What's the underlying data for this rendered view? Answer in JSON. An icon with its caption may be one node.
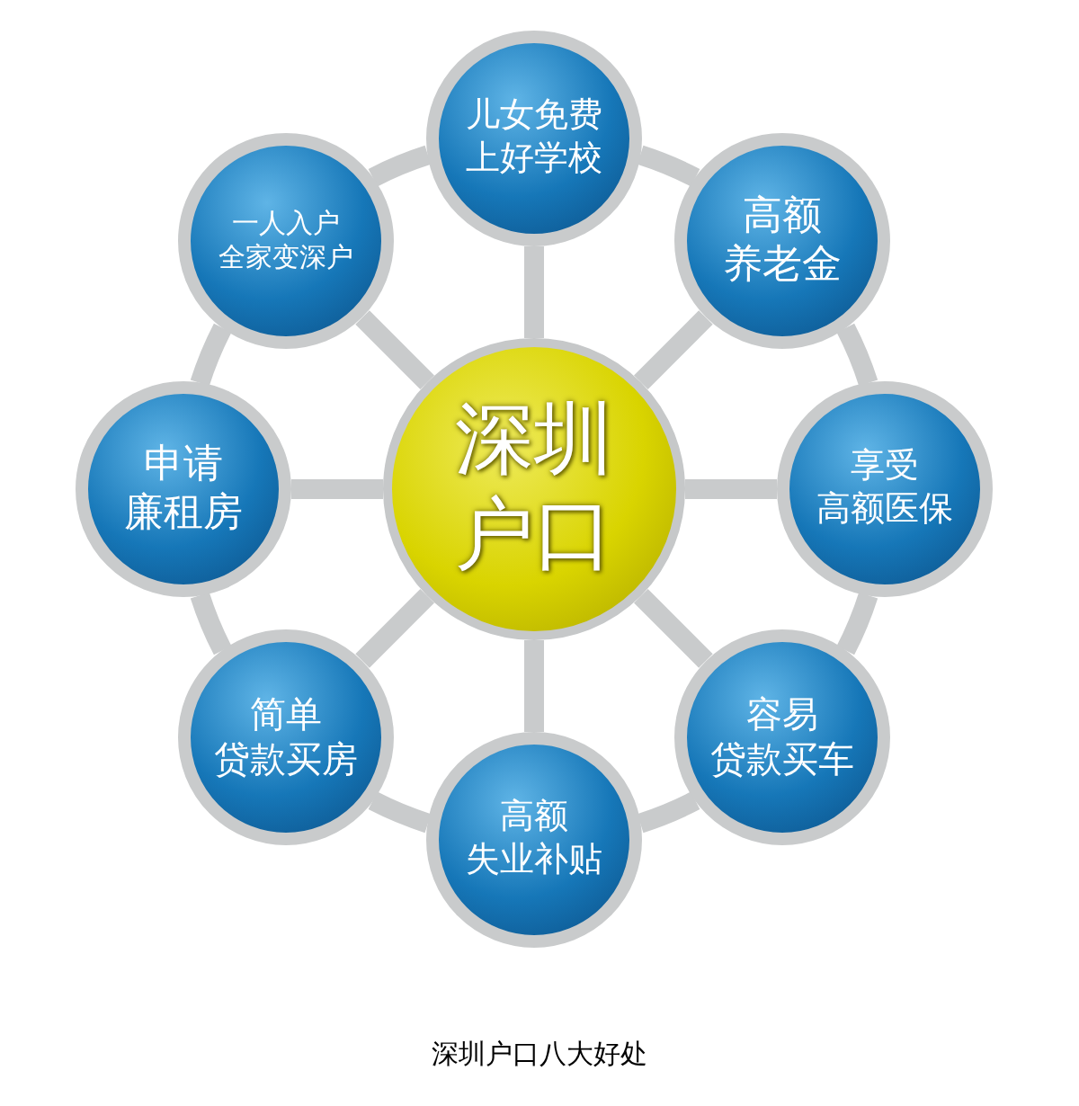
{
  "diagram": {
    "caption": "深圳户口八大好处",
    "nodes": [
      {
        "text": [
          "深圳户口"
        ]
      },
      {
        "text": [
          "儿女免费上好学校"
        ]
      },
      {
        "text": [
          "高额养老金"
        ]
      },
      {
        "text": [
          "享受高额医保"
        ]
      },
      {
        "text": [
          "容易贷款买车"
        ]
      },
      {
        "text": [
          "高额失业补贴"
        ]
      },
      {
        "text": [
          "简单贷款买房"
        ]
      },
      {
        "text": [
          "申请廉租房"
        ]
      },
      {
        "text": [
          "一人入户全家变深户"
        ]
      }
    ],
    "edges": [
      {
        "from": 0,
        "to": 1,
        "arrow": "none"
      },
      {
        "from": 0,
        "to": 2,
        "arrow": "none"
      },
      {
        "from": 0,
        "to": 3,
        "arrow": "none"
      },
      {
        "from": 0,
        "to": 4,
        "arrow": "none"
      },
      {
        "from": 0,
        "to": 5,
        "arrow": "none"
      },
      {
        "from": 0,
        "to": 6,
        "arrow": "none"
      },
      {
        "from": 0,
        "to": 7,
        "arrow": "none"
      },
      {
        "from": 0,
        "to": 8,
        "arrow": "none"
      },
      {
        "from": 1,
        "to": 2,
        "arrow": "none"
      },
      {
        "from": 2,
        "to": 3,
        "arrow": "none"
      },
      {
        "from": 3,
        "to": 4,
        "arrow": "none"
      },
      {
        "from": 4,
        "to": 5,
        "arrow": "none"
      },
      {
        "from": 5,
        "to": 6,
        "arrow": "none"
      },
      {
        "from": 6,
        "to": 7,
        "arrow": "none"
      },
      {
        "from": 7,
        "to": 8,
        "arrow": "none"
      },
      {
        "from": 8,
        "to": 1,
        "arrow": "none"
      }
    ]
  }
}
